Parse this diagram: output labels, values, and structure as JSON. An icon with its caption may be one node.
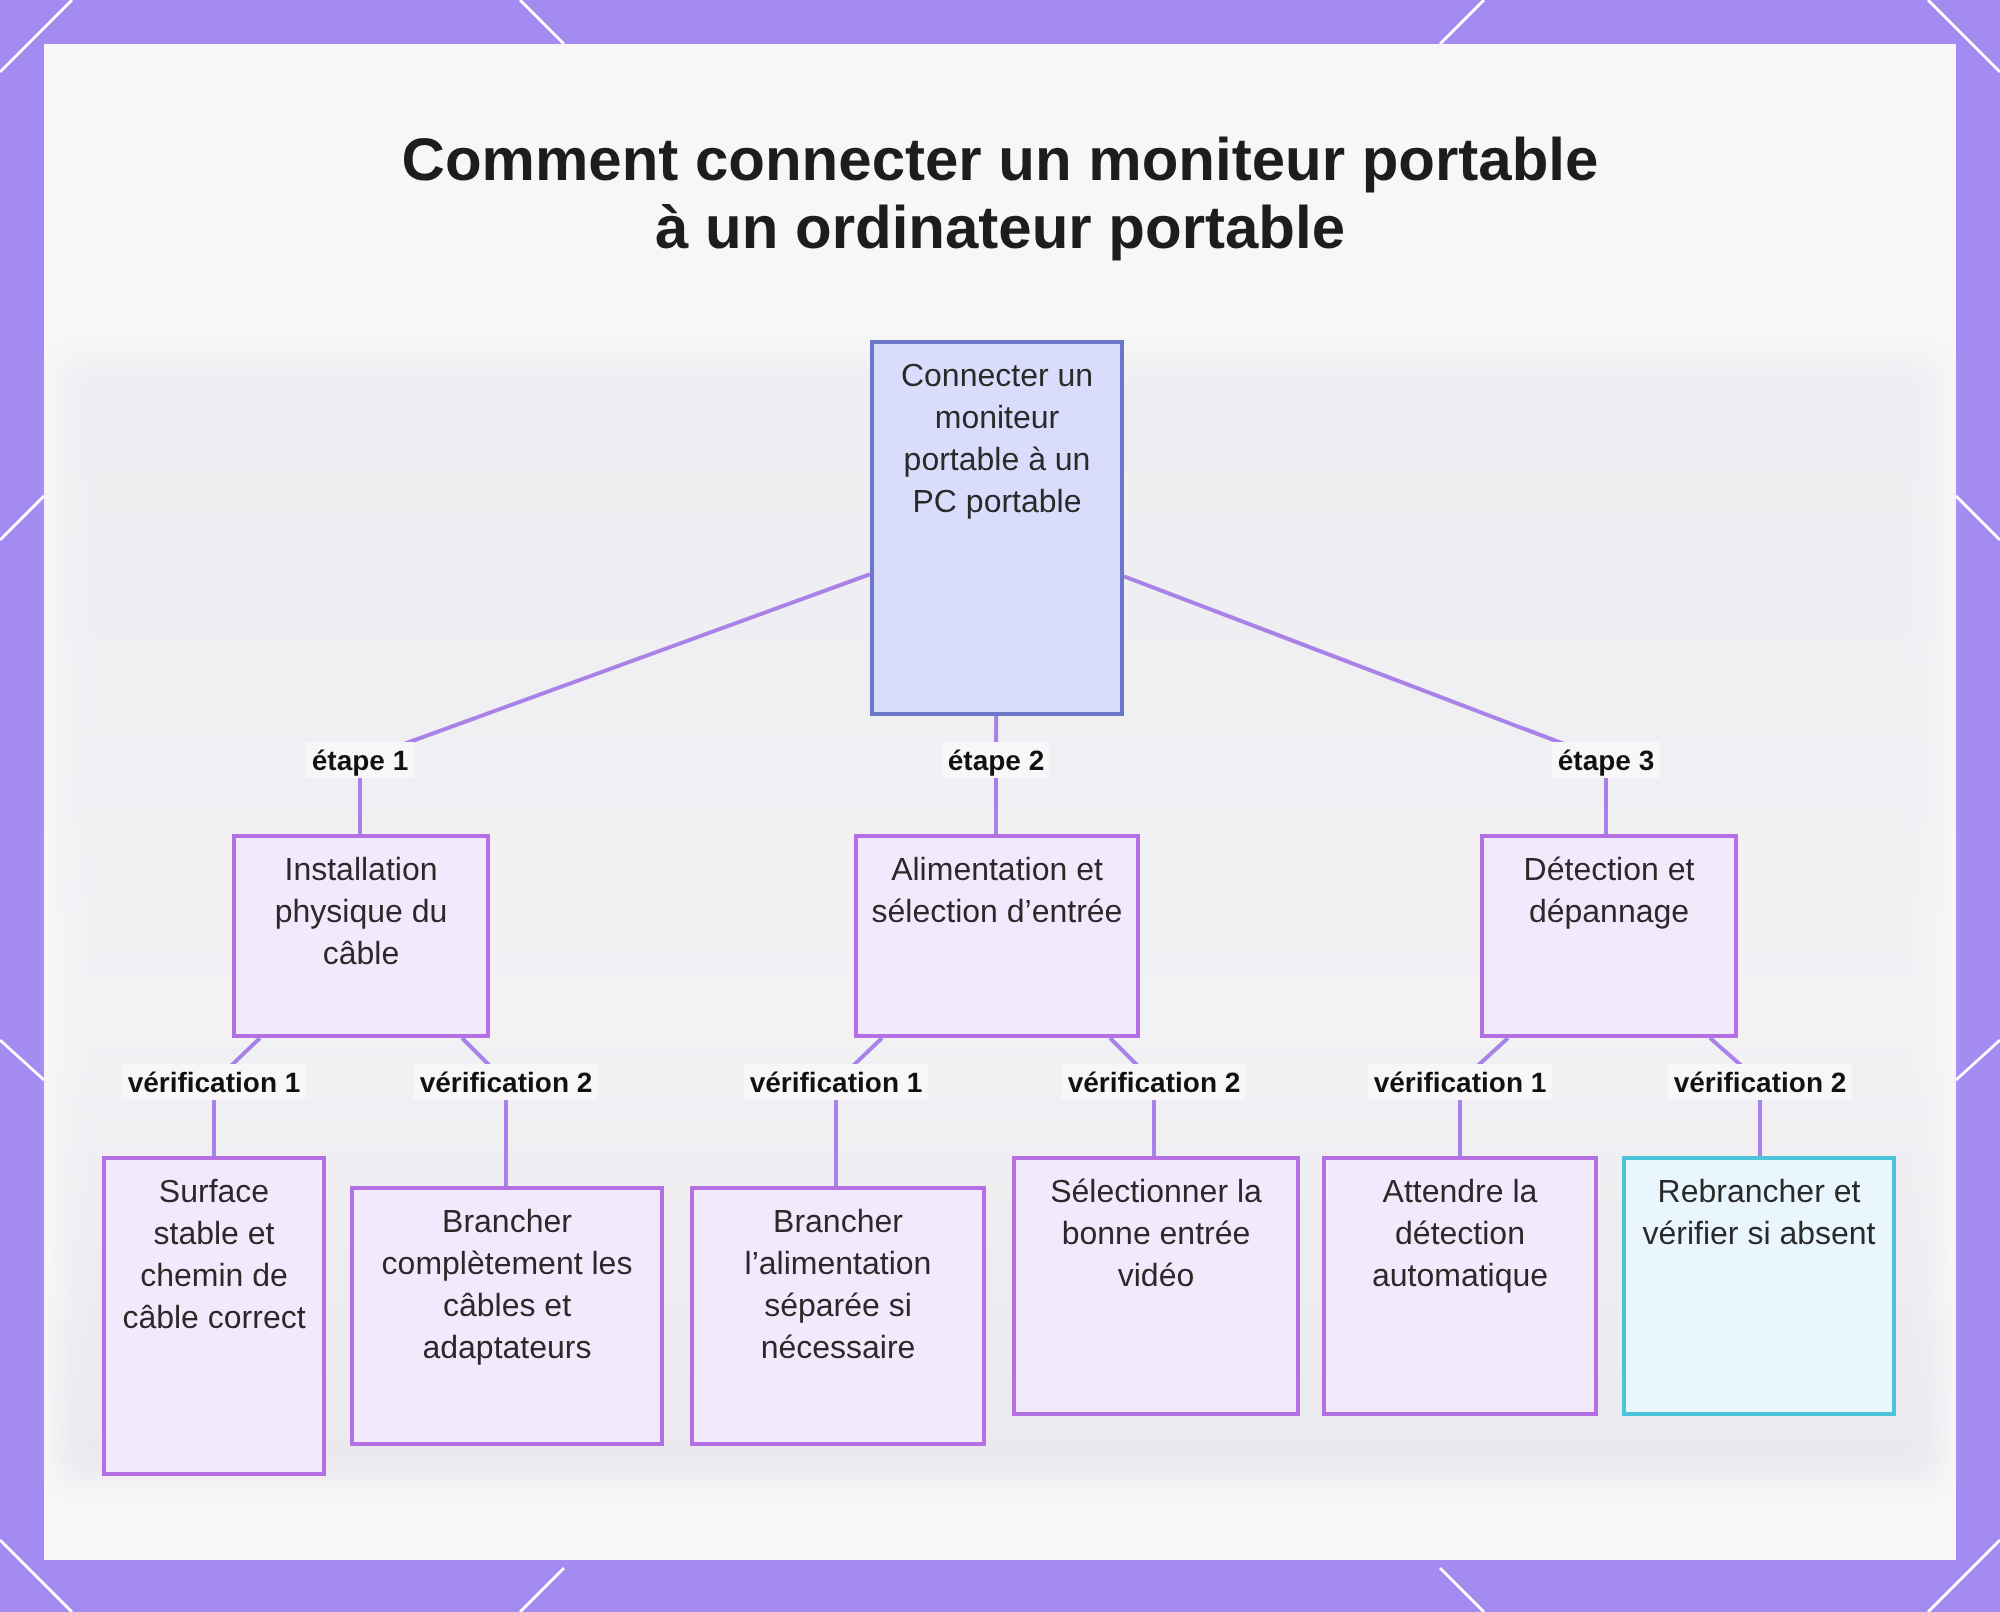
{
  "diagram": {
    "title": "Comment connecter un moniteur portable à un ordinateur portable",
    "nodes": [
      {
        "text": [
          "Connecter un moniteur portable à un PC portable"
        ]
      },
      {
        "text": [
          "Installation physique du câble"
        ]
      },
      {
        "text": [
          "Alimentation et sélection d’entrée"
        ]
      },
      {
        "text": [
          "Détection et dépannage"
        ]
      },
      {
        "text": [
          "Surface stable et chemin de câble correct"
        ]
      },
      {
        "text": [
          "Brancher complètement les câbles et adaptateurs"
        ]
      },
      {
        "text": [
          "Brancher l’alimentation séparée si nécessaire"
        ]
      },
      {
        "text": [
          "Sélectionner la bonne entrée vidéo"
        ]
      },
      {
        "text": [
          "Attendre la détection automatique"
        ]
      },
      {
        "text": [
          "Rebrancher et vérifier si absent"
        ]
      }
    ],
    "edges": [
      {
        "from": 0,
        "to": 1,
        "arrow": "none",
        "label": "étape 1"
      },
      {
        "from": 0,
        "to": 2,
        "arrow": "none",
        "label": "étape 2"
      },
      {
        "from": 0,
        "to": 3,
        "arrow": "none",
        "label": "étape 3"
      },
      {
        "from": 1,
        "to": 4,
        "arrow": "none",
        "label": "vérification 1"
      },
      {
        "from": 1,
        "to": 5,
        "arrow": "none",
        "label": "vérification 2"
      },
      {
        "from": 2,
        "to": 6,
        "arrow": "none",
        "label": "vérification 1"
      },
      {
        "from": 2,
        "to": 7,
        "arrow": "none",
        "label": "vérification 2"
      },
      {
        "from": 3,
        "to": 8,
        "arrow": "none",
        "label": "vérification 1"
      },
      {
        "from": 3,
        "to": 9,
        "arrow": "none",
        "label": "vérification 2"
      }
    ]
  }
}
